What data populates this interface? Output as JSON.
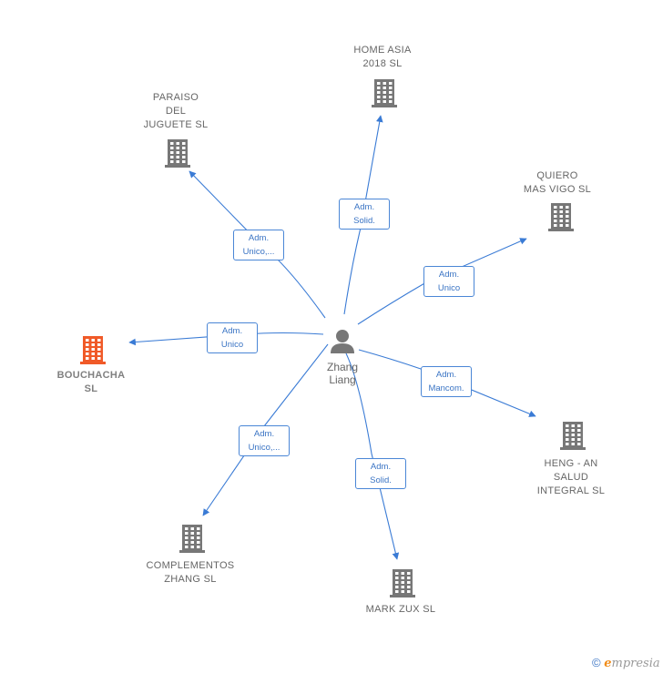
{
  "center": {
    "name": "Zhang\nLiang",
    "icon": "person-icon"
  },
  "colors": {
    "edge": "#3a7bd5",
    "building": "#777777",
    "focus_building": "#f05a28"
  },
  "companies": [
    {
      "id": "paraiso",
      "label": "PARAISO\nDEL\nJUGUETE  SL",
      "role": "Adm.\nUnico,...",
      "focus": false
    },
    {
      "id": "homeasia",
      "label": "HOME ASIA\n2018  SL",
      "role": "Adm.\nSolid.",
      "focus": false
    },
    {
      "id": "quiero",
      "label": "QUIERO\nMAS VIGO  SL",
      "role": "Adm.\nUnico",
      "focus": false
    },
    {
      "id": "bouchacha",
      "label": "BOUCHACHA\nSL",
      "role": "Adm.\nUnico",
      "focus": true
    },
    {
      "id": "hengan",
      "label": "HENG -  AN\nSALUD\nINTEGRAL  SL",
      "role": "Adm.\nMancom.",
      "focus": false
    },
    {
      "id": "complementos",
      "label": "COMPLEMENTOS\nZHANG SL",
      "role": "Adm.\nUnico,...",
      "focus": false
    },
    {
      "id": "markzux",
      "label": "MARK ZUX  SL",
      "role": "Adm.\nSolid.",
      "focus": false
    }
  ],
  "footer": {
    "copyright": "©",
    "brand_initial": "e",
    "brand_rest": "mpresia"
  }
}
